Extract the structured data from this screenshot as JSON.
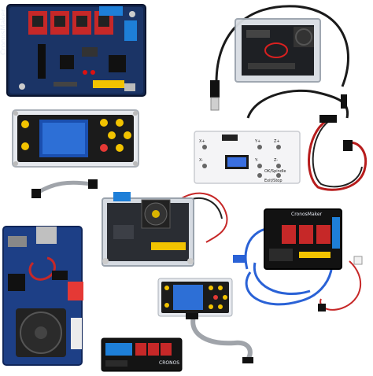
{
  "photo": {
    "board_main": {
      "brand_text": "CronosMaker"
    },
    "board_wired_blue": {
      "brand_text": "CronosMaker"
    },
    "control_panel_white": {
      "key_labels": [
        "X+",
        "Y+",
        "X-",
        "Y-",
        "Z+",
        "Z-",
        "OK/Spindle",
        "Exit/Stop"
      ]
    },
    "board_small_bottom": {
      "brand_text": "CRONOS"
    }
  }
}
